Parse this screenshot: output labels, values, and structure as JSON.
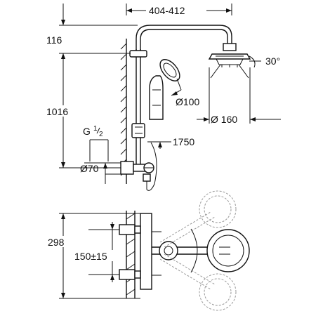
{
  "diagram": {
    "dimensions": {
      "arm_reach": "404-412",
      "arm_height": "116",
      "head_angle": "30°",
      "handshower_diameter": "Ø100",
      "head_diameter": "Ø 160",
      "mixer_height": "1016",
      "thread": "G",
      "thread_frac_num": "1",
      "thread_frac_den": "2",
      "total_height": "1750",
      "rosette_diameter": "Ø70",
      "plan_depth": "298",
      "connection_spacing": "150±15"
    }
  }
}
